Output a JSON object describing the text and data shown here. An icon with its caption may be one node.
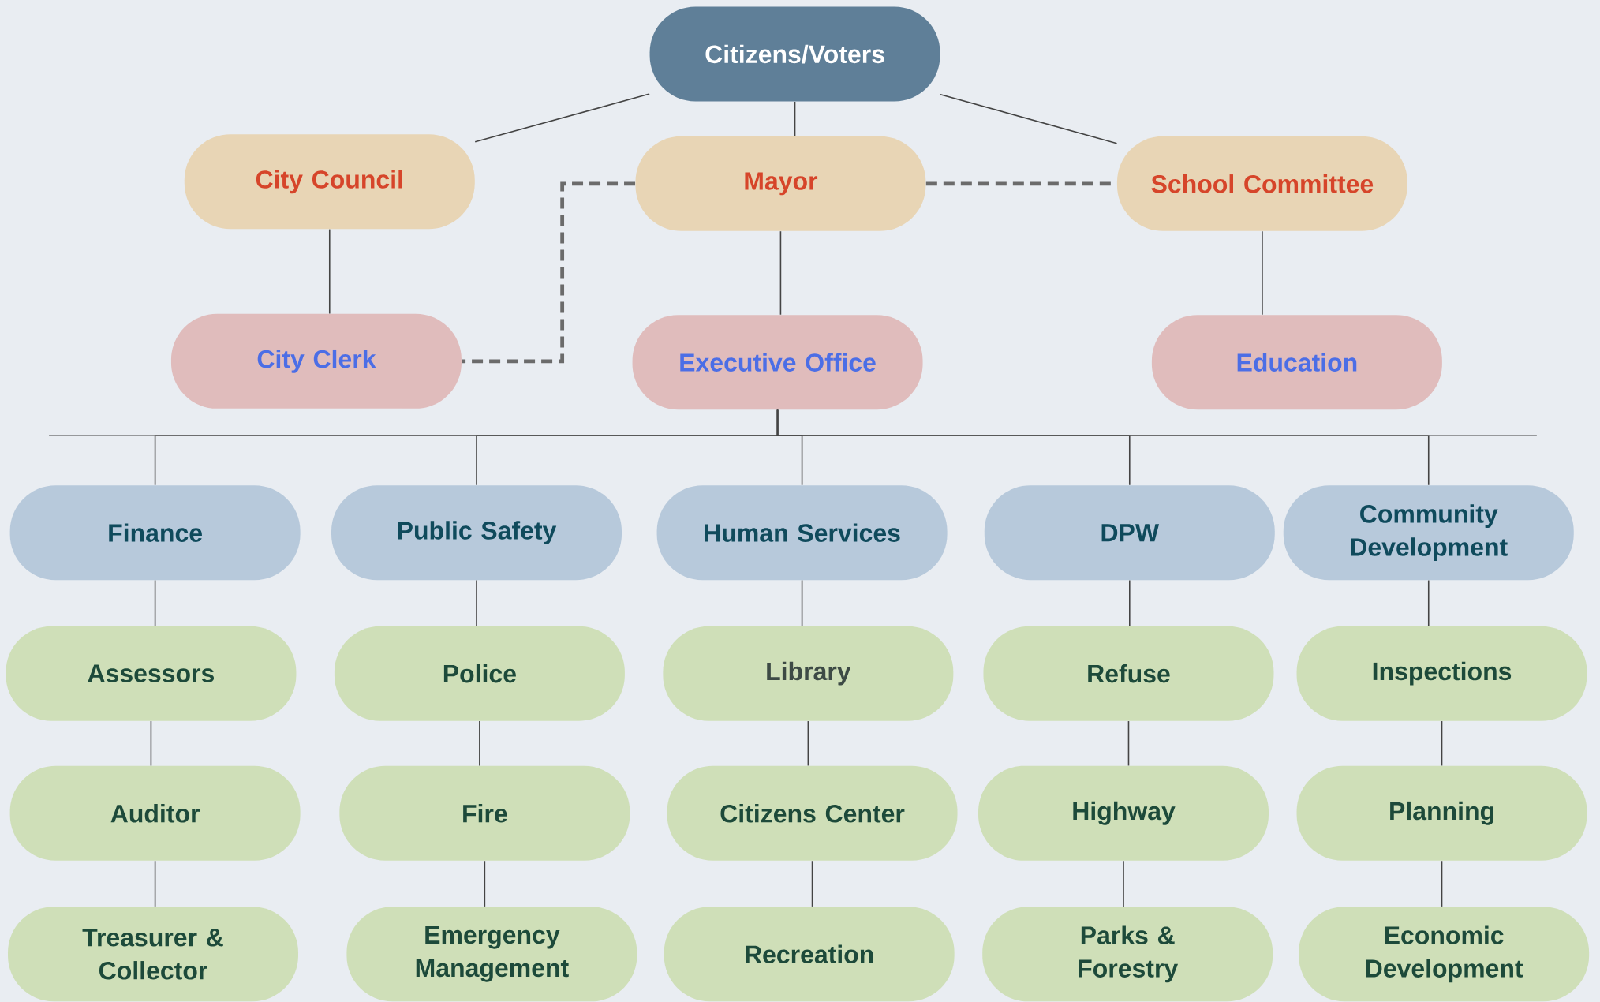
{
  "diagram": {
    "nodes": [
      {
        "text": [
          "Citizens/Voters"
        ]
      },
      {
        "text": [
          "City Council"
        ]
      },
      {
        "text": [
          "Mayor"
        ]
      },
      {
        "text": [
          "School Committee"
        ]
      },
      {
        "text": [
          "City Clerk"
        ]
      },
      {
        "text": [
          "Executive Office"
        ]
      },
      {
        "text": [
          "Education"
        ]
      },
      {
        "text": [
          "Finance"
        ]
      },
      {
        "text": [
          "Public Safety"
        ]
      },
      {
        "text": [
          "Human Services"
        ]
      },
      {
        "text": [
          "DPW"
        ]
      },
      {
        "text": [
          "Community Development"
        ]
      },
      {
        "text": [
          "Assessors"
        ]
      },
      {
        "text": [
          "Police"
        ]
      },
      {
        "text": [
          "Library"
        ]
      },
      {
        "text": [
          "Refuse"
        ]
      },
      {
        "text": [
          "Inspections"
        ]
      },
      {
        "text": [
          "Auditor"
        ]
      },
      {
        "text": [
          "Fire"
        ]
      },
      {
        "text": [
          "Citizens Center"
        ]
      },
      {
        "text": [
          "Highway"
        ]
      },
      {
        "text": [
          "Planning"
        ]
      },
      {
        "text": [
          "Treasurer & Collector"
        ]
      },
      {
        "text": [
          "Emergency Management"
        ]
      },
      {
        "text": [
          "Recreation"
        ]
      },
      {
        "text": [
          "Parks & Forestry"
        ]
      },
      {
        "text": [
          "Economic Development"
        ]
      }
    ],
    "edges": [
      {
        "from": 0,
        "to": 1,
        "arrow": "none"
      },
      {
        "from": 0,
        "to": 2,
        "arrow": "none"
      },
      {
        "from": 0,
        "to": 3,
        "arrow": "none"
      },
      {
        "from": 1,
        "to": 4,
        "arrow": "none"
      },
      {
        "from": 2,
        "to": 5,
        "arrow": "none"
      },
      {
        "from": 3,
        "to": 6,
        "arrow": "none"
      },
      {
        "from": 2,
        "to": 4,
        "arrow": "none",
        "style": "dashed"
      },
      {
        "from": 2,
        "to": 3,
        "arrow": "none",
        "style": "dashed"
      },
      {
        "from": 5,
        "to": 7,
        "arrow": "none"
      },
      {
        "from": 5,
        "to": 8,
        "arrow": "none"
      },
      {
        "from": 5,
        "to": 9,
        "arrow": "none"
      },
      {
        "from": 5,
        "to": 10,
        "arrow": "none"
      },
      {
        "from": 5,
        "to": 11,
        "arrow": "none"
      },
      {
        "from": 7,
        "to": 12,
        "arrow": "none"
      },
      {
        "from": 12,
        "to": 17,
        "arrow": "none"
      },
      {
        "from": 17,
        "to": 22,
        "arrow": "none"
      },
      {
        "from": 8,
        "to": 13,
        "arrow": "none"
      },
      {
        "from": 13,
        "to": 18,
        "arrow": "none"
      },
      {
        "from": 18,
        "to": 23,
        "arrow": "none"
      },
      {
        "from": 9,
        "to": 14,
        "arrow": "none"
      },
      {
        "from": 14,
        "to": 19,
        "arrow": "none"
      },
      {
        "from": 19,
        "to": 24,
        "arrow": "none"
      },
      {
        "from": 10,
        "to": 15,
        "arrow": "none"
      },
      {
        "from": 15,
        "to": 20,
        "arrow": "none"
      },
      {
        "from": 20,
        "to": 25,
        "arrow": "none"
      },
      {
        "from": 11,
        "to": 16,
        "arrow": "none"
      },
      {
        "from": 16,
        "to": 21,
        "arrow": "none"
      },
      {
        "from": 21,
        "to": 26,
        "arrow": "none"
      }
    ]
  }
}
